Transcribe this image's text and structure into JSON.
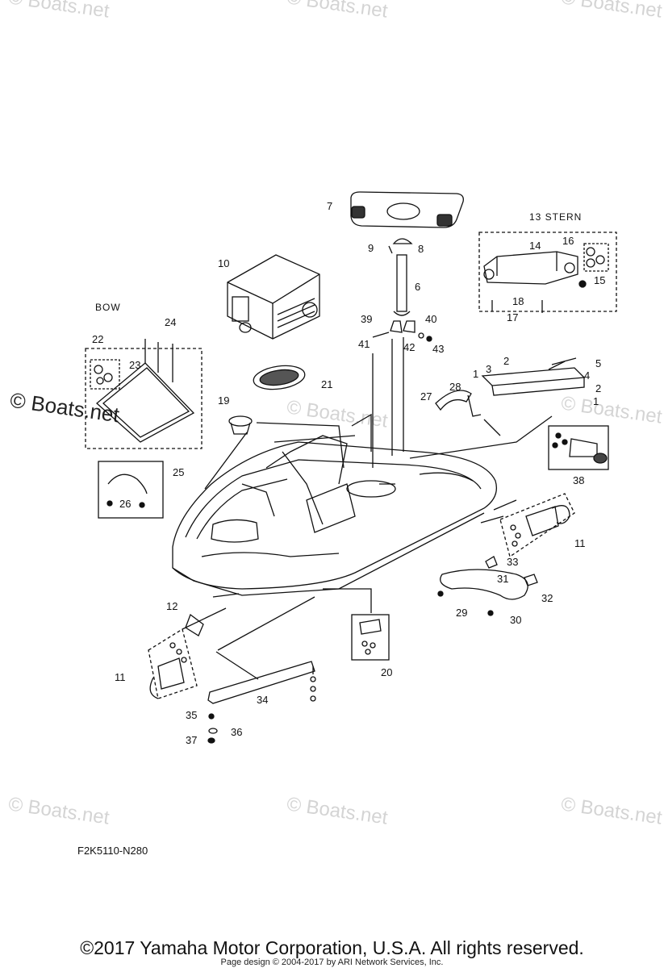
{
  "watermark": {
    "text": "© Boats.net"
  },
  "side_watermark": "© Boats.net",
  "labels": {
    "bow": "BOW",
    "stern": "13  STERN"
  },
  "callouts": [
    "1",
    "1",
    "2",
    "2",
    "3",
    "4",
    "5",
    "6",
    "7",
    "8",
    "9",
    "10",
    "11",
    "11",
    "12",
    "14",
    "15",
    "16",
    "17",
    "18",
    "19",
    "20",
    "21",
    "22",
    "23",
    "24",
    "25",
    "26",
    "27",
    "28",
    "29",
    "30",
    "31",
    "32",
    "33",
    "34",
    "35",
    "36",
    "37",
    "38",
    "39",
    "40",
    "41",
    "42",
    "43"
  ],
  "diagram_code": "F2K5110-N280",
  "footer": {
    "copyright": "©2017 Yamaha Motor Corporation, U.S.A. All rights reserved.",
    "credit": "Page design © 2004-2017 by ARI Network Services, Inc."
  }
}
